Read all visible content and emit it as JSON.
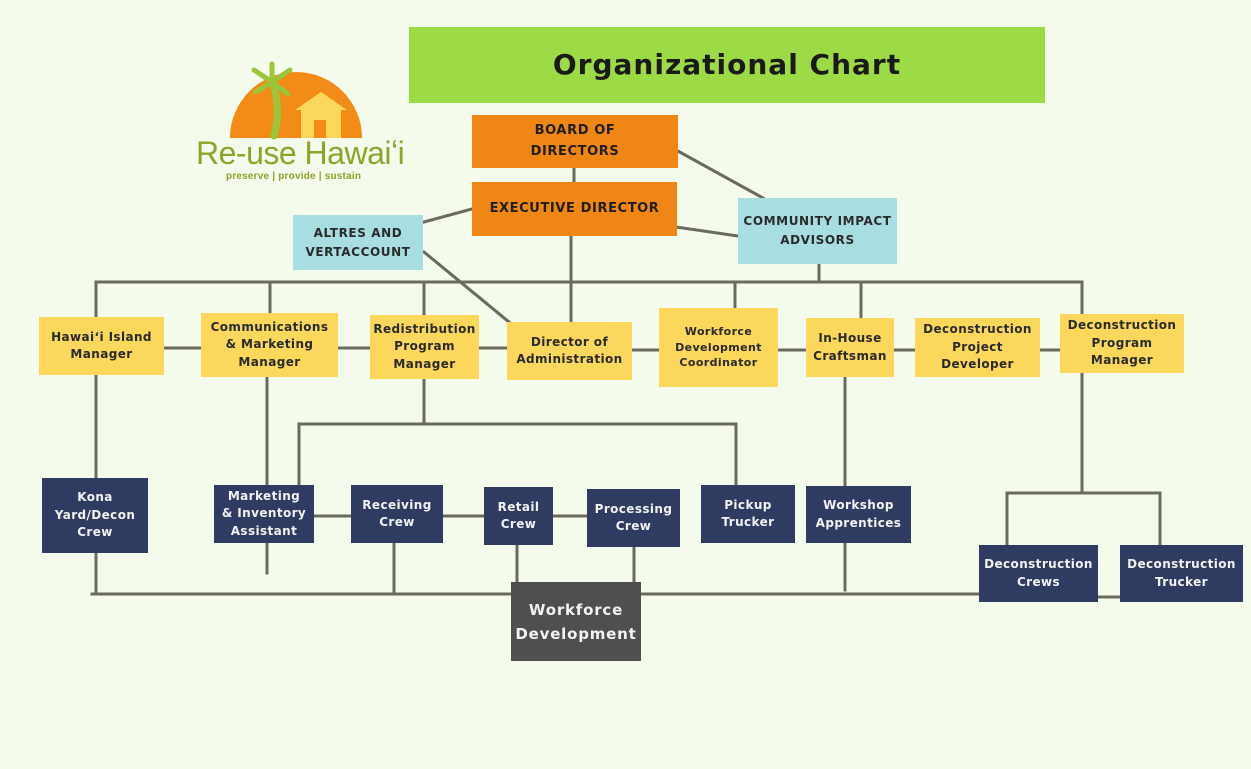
{
  "title": "Organizational Chart",
  "logo": {
    "name": "Re-use Hawaiʻi",
    "tagline": "preserve | provide | sustain"
  },
  "colors": {
    "background": "#f4fbec",
    "title": "#9cdb46",
    "leadership": "#f08714",
    "advisory": "#a8dde1",
    "manager": "#fbd85c",
    "staff": "#2f3b60",
    "program": "#4f4f4f",
    "connector": "#6a6a5e"
  },
  "nodes": {
    "board": "BOARD OF\nDIRECTORS",
    "exec": "EXECUTIVE DIRECTOR",
    "altres": "ALTRES AND\nVERTACCOUNT",
    "community": "COMMUNITY IMPACT\nADVISORS",
    "hawaii_mgr": "Hawaiʻi Island\nManager",
    "comms_mgr": "Communications\n& Marketing\nManager",
    "redist_mgr": "Redistribution\nProgram\nManager",
    "dir_admin": "Director of\nAdministration",
    "workforce_coord": "Workforce\nDevelopment\nCoordinator",
    "inhouse": "In-House\nCraftsman",
    "decon_dev": "Deconstruction\nProject\nDeveloper",
    "decon_mgr": "Deconstruction\nProgram\nManager",
    "kona": "Kona\nYard/Decon\nCrew",
    "mkt_asst": "Marketing\n& Inventory\nAssistant",
    "receiving": "Receiving\nCrew",
    "retail": "Retail\nCrew",
    "processing": "Processing\nCrew",
    "pickup": "Pickup\nTrucker",
    "workshop": "Workshop\nApprentices",
    "decon_crews": "Deconstruction\nCrews",
    "decon_trucker": "Deconstruction\nTrucker",
    "workforce_dev": "Workforce\nDevelopment"
  }
}
